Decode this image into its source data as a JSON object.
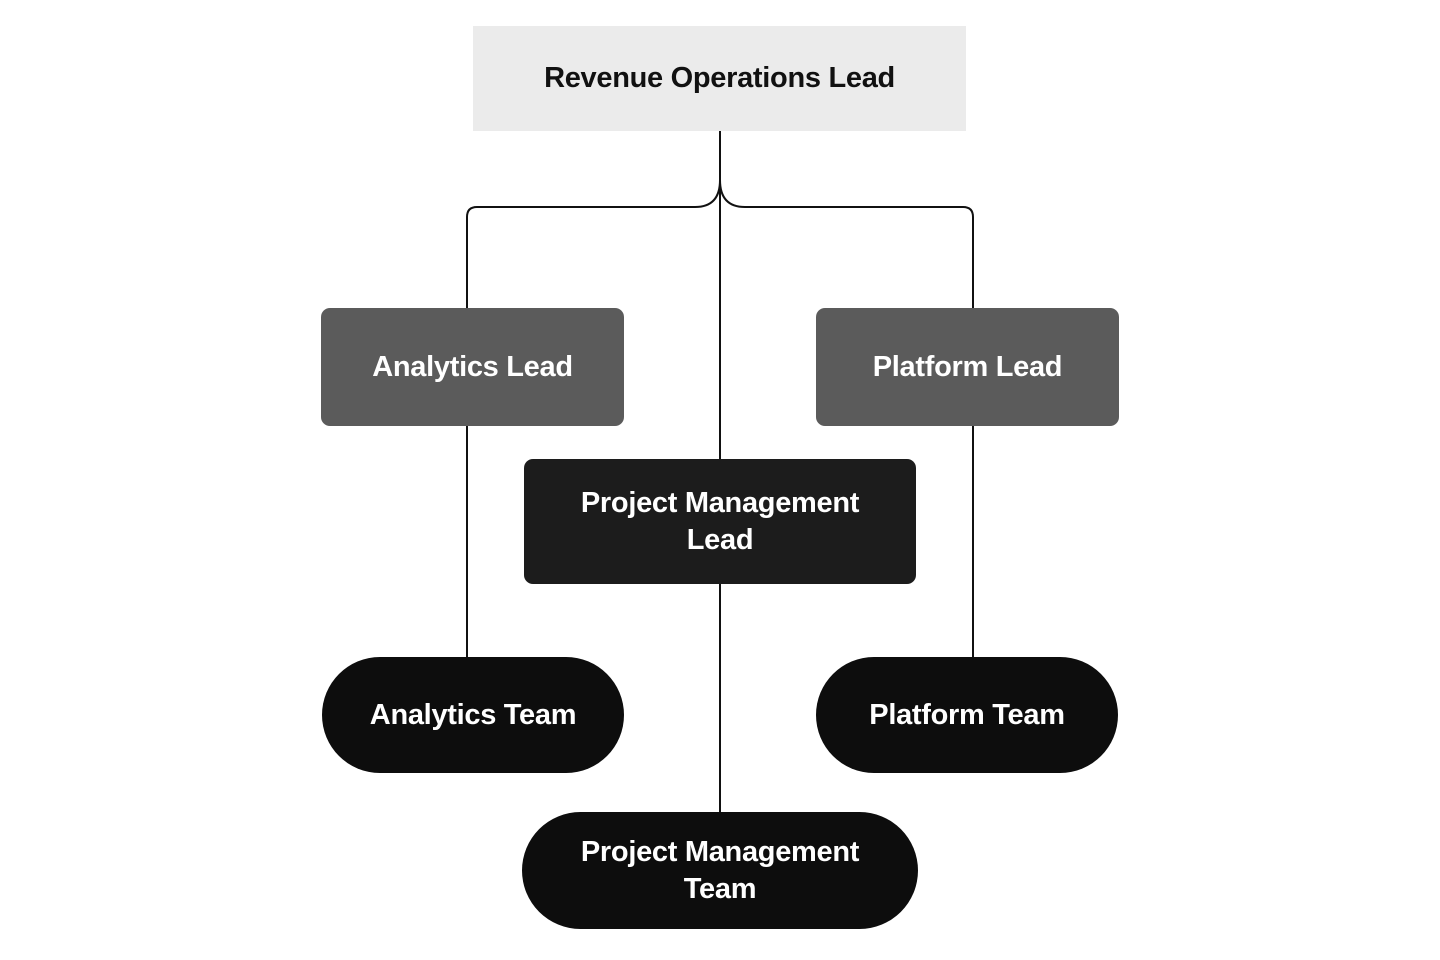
{
  "diagram": {
    "root": "Revenue Operations Lead",
    "leads": {
      "analytics": "Analytics Lead",
      "platform": "Platform Lead",
      "project_management": "Project Management Lead"
    },
    "teams": {
      "analytics": "Analytics Team",
      "platform": "Platform Team",
      "project_management": "Project Management Team"
    },
    "colors": {
      "root_bg": "#ebebeb",
      "lead_bg": "#5b5b5b",
      "pm_lead_bg": "#1c1c1c",
      "team_bg": "#0d0d0d",
      "connector": "#111111"
    }
  }
}
